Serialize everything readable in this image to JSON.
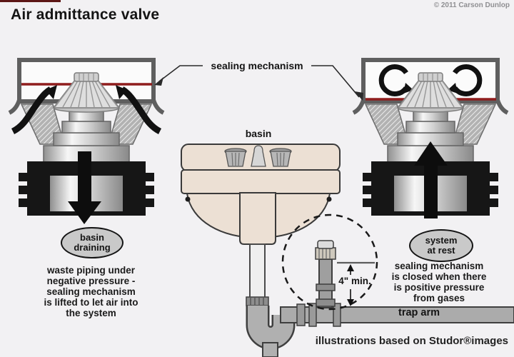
{
  "header": {
    "title": "Air admittance valve",
    "copyright": "© 2011 Carson Dunlop"
  },
  "labels": {
    "sealing_mechanism": "sealing mechanism",
    "basin": "basin",
    "trap_arm": "trap arm",
    "min_clearance": "4\" min.",
    "credit": "illustrations based on Studor®images"
  },
  "left_valve": {
    "state": {
      "line1": "basin",
      "line2": "draining"
    },
    "caption_lines": [
      "waste piping under",
      "negative pressure -",
      "sealing mechanism",
      "is lifted to let air into",
      "the system"
    ]
  },
  "right_valve": {
    "state": {
      "line1": "system",
      "line2": "at rest"
    },
    "caption_lines": [
      "sealing mechanism",
      "is closed when there",
      "is positive pressure",
      "from gases"
    ]
  },
  "colors": {
    "background": "#f2f1f3",
    "seal_line": "#8f1d1d",
    "basin_fill": "#ece0d4",
    "pipe_fill": "#b0b0b0",
    "valve_dark": "#141414"
  }
}
